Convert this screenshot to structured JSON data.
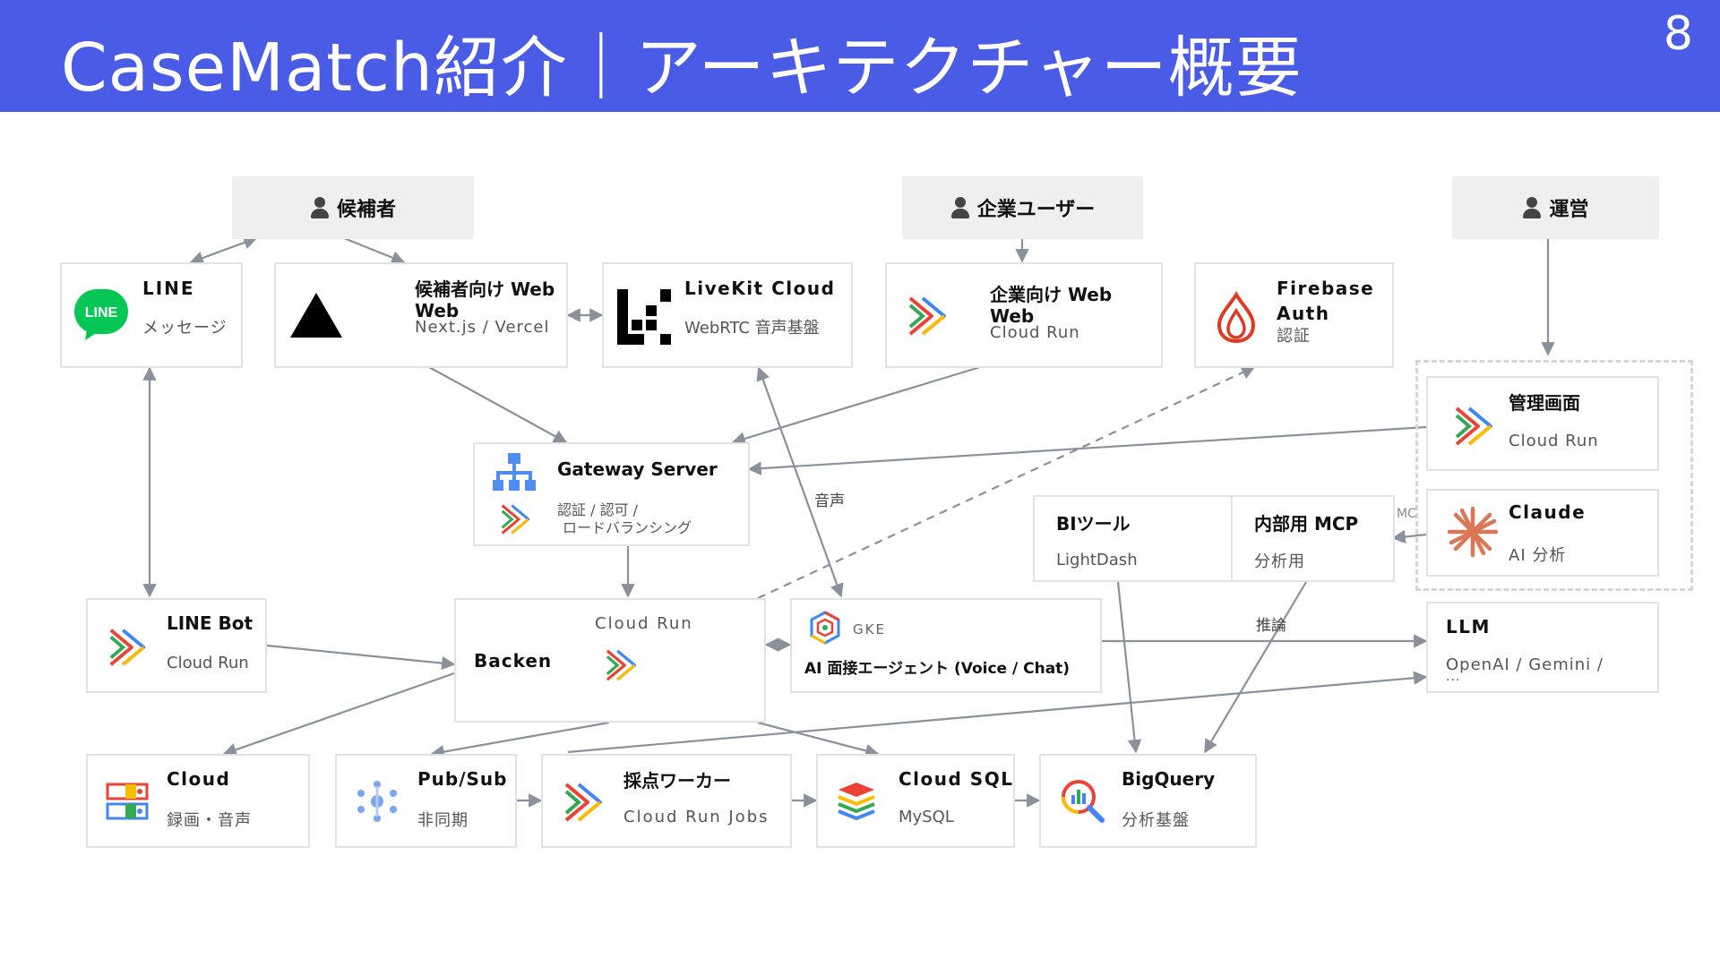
{
  "header": {
    "title": "CaseMatch紹介｜アーキテクチャー概要",
    "page_number": "8"
  },
  "actors": {
    "candidate": "候補者",
    "company_user": "企業ユーザー",
    "operations": "運営"
  },
  "nodes": {
    "line": {
      "title": "LINE",
      "sub": "メッセージ",
      "icon_text": "LINE"
    },
    "candidate_web": {
      "title": "候補者向け Web",
      "title2": "Web",
      "sub": "Next.js / Vercel"
    },
    "livekit": {
      "title": "LiveKit Cloud",
      "sub": "WebRTC 音声基盤"
    },
    "company_web": {
      "title": "企業向け Web",
      "title2": "Web",
      "sub": "Cloud Run"
    },
    "firebase": {
      "title": "Firebase",
      "title2": "Auth",
      "sub": "認証"
    },
    "admin": {
      "title": "管理画面",
      "sub": "Cloud Run"
    },
    "claude": {
      "title": "Claude",
      "sub": "AI 分析"
    },
    "gateway": {
      "title": "Gateway Server",
      "sub": "認証 / 認可 /",
      "sub2": "ロードバランシング"
    },
    "bi": {
      "title": "BIツール",
      "sub": "LightDash"
    },
    "mcp": {
      "title": "内部用 MCP",
      "sub": "分析用",
      "edge_hint": "MC"
    },
    "llm": {
      "title": "LLM",
      "sub": "OpenAI / Gemini /",
      "sub2": "..."
    },
    "linebot": {
      "title": "LINE Bot",
      "sub": "Cloud Run"
    },
    "backend": {
      "title": "Backen",
      "sub": "Cloud Run"
    },
    "agent": {
      "title": "AI 面接エージェント (Voice / Chat)",
      "sub": "GKE"
    },
    "cloud_storage": {
      "title": "Cloud",
      "sub": "録画・音声"
    },
    "pubsub": {
      "title": "Pub/Sub",
      "sub": "非同期"
    },
    "scoring": {
      "title": "採点ワーカー",
      "sub": "Cloud Run Jobs"
    },
    "cloudsql": {
      "title": "Cloud SQL",
      "sub": "MySQL"
    },
    "bigquery": {
      "title": "BigQuery",
      "sub": "分析基盤"
    }
  },
  "edge_labels": {
    "voice": "音声",
    "inference": "推論"
  },
  "colors": {
    "header": "#4a5be6",
    "line_green": "#06c755",
    "arrow": "#8a909c",
    "border": "#e2e2e2"
  }
}
